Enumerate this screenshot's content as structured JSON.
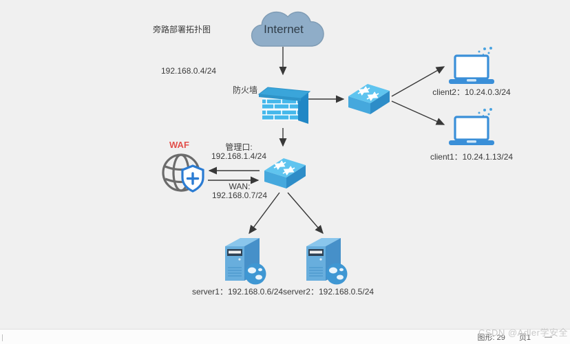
{
  "diagram": {
    "title": "旁路部署拓扑图",
    "internet": {
      "label": "Internet"
    },
    "uplink_ip": "192.168.0.4/24",
    "firewall": {
      "label": "防火墙"
    },
    "waf": {
      "label": "WAF",
      "mgmt_port_label": "管理口:",
      "mgmt_port_ip": "192.168.1.4/24",
      "wan_label": "WAN:",
      "wan_ip": "192.168.0.7/24"
    },
    "clients": [
      {
        "label": "client2：10.24.0.3/24"
      },
      {
        "label": "client1：10.24.1.13/24"
      }
    ],
    "servers": [
      {
        "label": "server1：192.168.0.6/24"
      },
      {
        "label": "server2：192.168.0.5/24"
      }
    ]
  },
  "icons": {
    "cloud": "internet-cloud-icon",
    "firewall": "brick-wall-icon",
    "switch": "switch-3d-icon",
    "laptop": "laptop-icon",
    "server": "server-tower-globe-icon",
    "waf": "globe-shield-plus-icon"
  },
  "colors": {
    "background": "#f0f0f0",
    "cloud_fill": "#8fadc8",
    "brick_blue": "#45b8eb",
    "switch_top": "#5fc4ef",
    "switch_front": "#45a8dd",
    "switch_side": "#2e8dc8",
    "laptop_blue": "#3a8fd8",
    "server_front": "#68aedd",
    "shield_blue": "#2b7cd3",
    "waf_red": "#e2504b",
    "arrow": "#383838"
  },
  "watermark": "CSDN @Adler学安全",
  "status_bar": {
    "shape_count": "图形: 29",
    "page": "页1",
    "dash": "—"
  }
}
